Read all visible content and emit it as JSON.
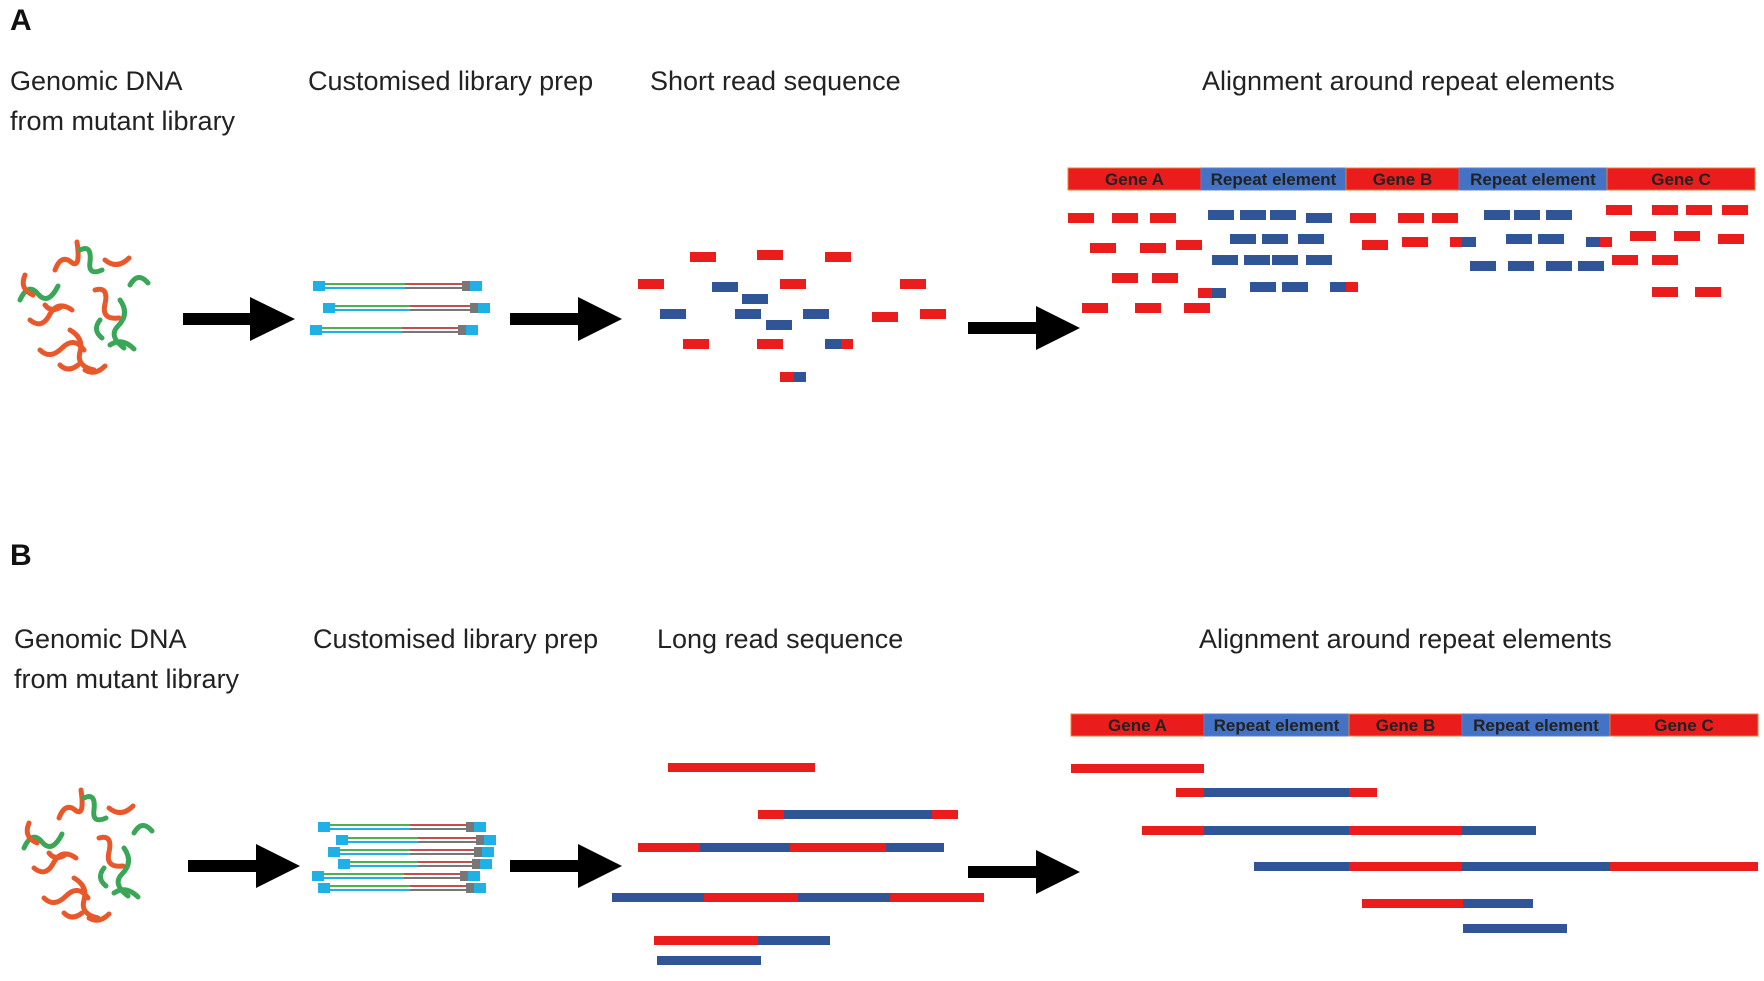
{
  "colors": {
    "red": "#ea1c1c",
    "blue": "#2f5597",
    "seg_blue": "#4472c4",
    "strand_orange": "#e8582a",
    "strand_green": "#3aa657",
    "adapter_cyan": "#1fb0e6",
    "lib_green": "#4fb04f",
    "lib_red": "#c05050",
    "arrow": "#000000"
  },
  "panels": [
    {
      "letter": "A",
      "steps": [
        {
          "lines": [
            "Genomic DNA",
            "from mutant library"
          ]
        },
        {
          "lines": [
            "Customised library prep"
          ]
        },
        {
          "lines": [
            "Short read sequence"
          ]
        },
        {
          "lines": [
            "Alignment around repeat elements"
          ]
        }
      ],
      "reference": [
        {
          "label": "Gene A",
          "type": "gene"
        },
        {
          "label": "Repeat element",
          "type": "repeat"
        },
        {
          "label": "Gene B",
          "type": "gene"
        },
        {
          "label": "Repeat element",
          "type": "repeat"
        },
        {
          "label": "Gene C",
          "type": "gene"
        }
      ]
    },
    {
      "letter": "B",
      "steps": [
        {
          "lines": [
            "Genomic DNA",
            "from mutant library"
          ]
        },
        {
          "lines": [
            "Customised library prep"
          ]
        },
        {
          "lines": [
            "Long read sequence"
          ]
        },
        {
          "lines": [
            "Alignment around repeat elements"
          ]
        }
      ],
      "reference": [
        {
          "label": "Gene A",
          "type": "gene"
        },
        {
          "label": "Repeat element",
          "type": "repeat"
        },
        {
          "label": "Gene B",
          "type": "gene"
        },
        {
          "label": "Repeat element",
          "type": "repeat"
        },
        {
          "label": "Gene C",
          "type": "gene"
        }
      ]
    }
  ]
}
